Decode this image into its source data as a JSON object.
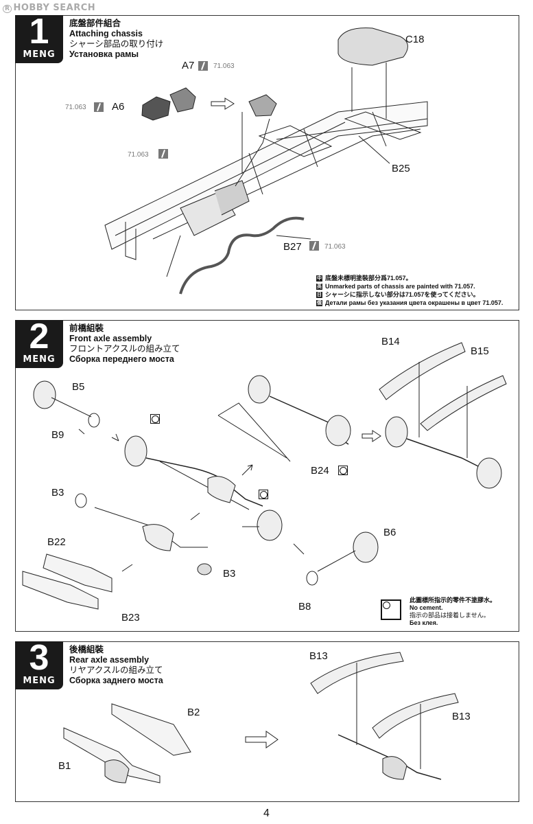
{
  "watermark": "HOBBY SEARCH",
  "page_number": "4",
  "steps": [
    {
      "number": "1",
      "brand": "MENG",
      "title_cn": "底盤部件組合",
      "title_en": "Attaching chassis",
      "title_jp": "シャーシ部品の取り付け",
      "title_ru": "Установка рамы",
      "labels": [
        "A7",
        "A6",
        "C18",
        "B25",
        "B27"
      ],
      "paint_codes": [
        "71.063",
        "71.063",
        "71.063",
        "71.063"
      ],
      "notes": [
        {
          "lang": "中",
          "text": "底盤未標明塗裝部分爲71.057。"
        },
        {
          "lang": "英",
          "text": "Unmarked parts of chassis are painted with 71.057."
        },
        {
          "lang": "日",
          "text": "シャーシに指示しない部分は71.057を使ってください。"
        },
        {
          "lang": "俄",
          "text": "Детали рамы без указания цвета окрашены в цвет 71.057."
        }
      ]
    },
    {
      "number": "2",
      "brand": "MENG",
      "title_cn": "前橋組裝",
      "title_en": "Front axle assembly",
      "title_jp": "フロントアクスルの組み立て",
      "title_ru": "Сборка переднего моста",
      "labels": [
        "B14",
        "B15",
        "B5",
        "B9",
        "B24",
        "B3",
        "B3",
        "B6",
        "B22",
        "B23",
        "B8"
      ],
      "nocement_notes": [
        "此圖標所指示的零件不塗膠水。",
        "No cement.",
        "指示の部品は接着しません。",
        "Без клея."
      ]
    },
    {
      "number": "3",
      "brand": "MENG",
      "title_cn": "後橋組裝",
      "title_en": "Rear axle assembly",
      "title_jp": "リヤアクスルの組み立て",
      "title_ru": "Сборка заднего моста",
      "labels": [
        "B13",
        "B13",
        "B2",
        "B1"
      ]
    }
  ]
}
